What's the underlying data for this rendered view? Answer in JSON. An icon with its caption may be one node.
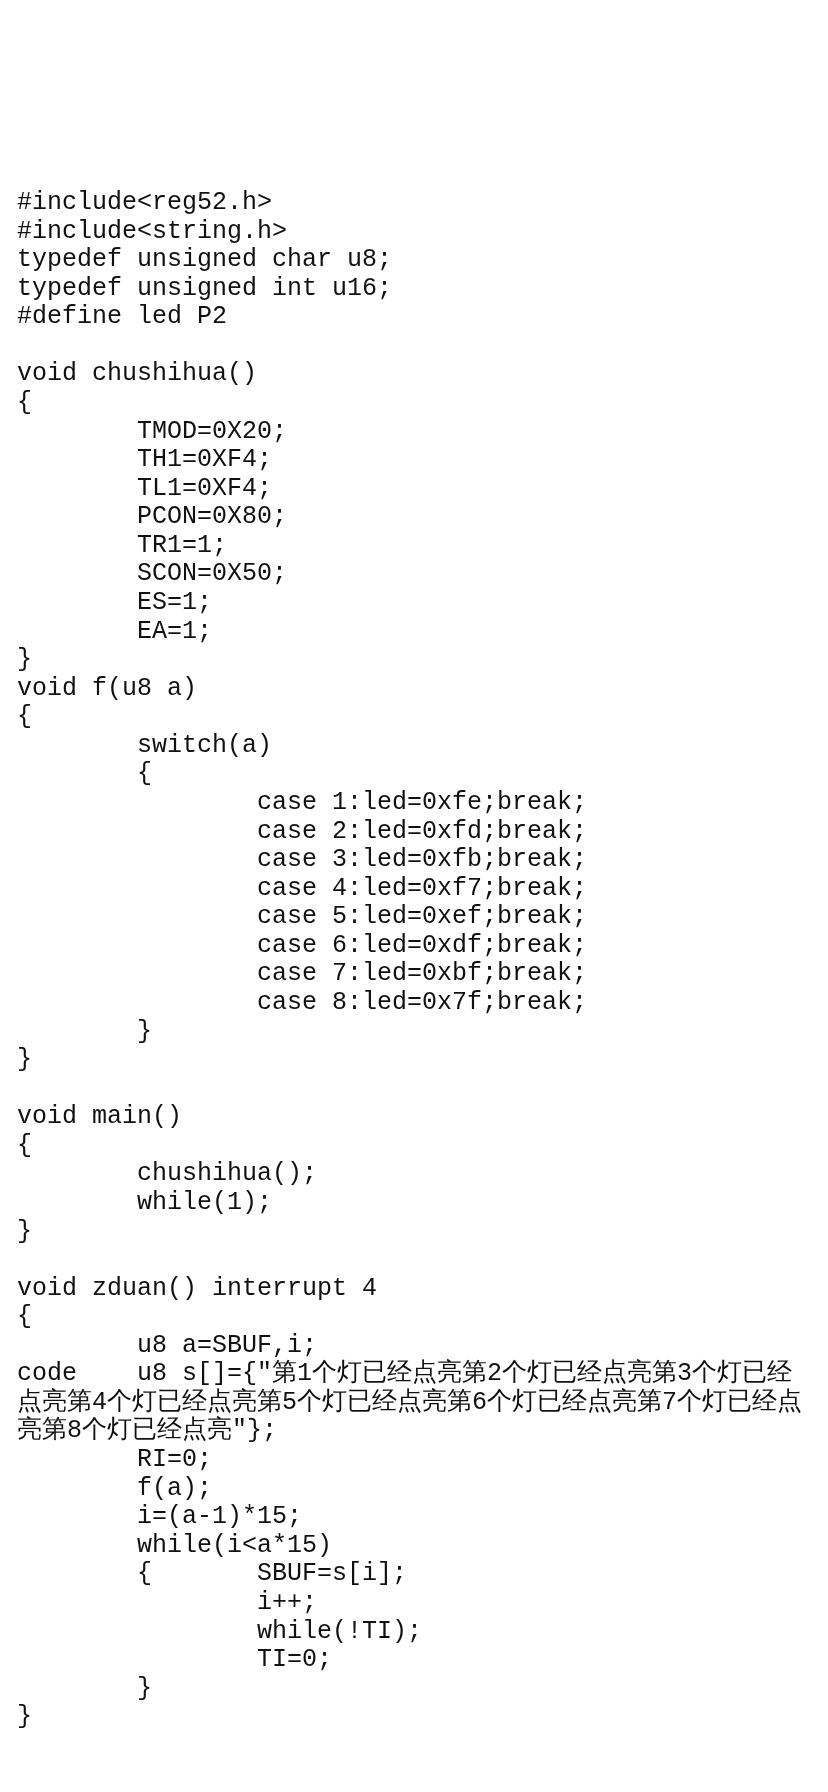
{
  "diagram": {
    "labels": [
      "#include<reg52.h>",
      "#include<string.h>",
      "typedef unsigned char u8;",
      "typedef unsigned int u16;",
      "#define led P2",
      "void chushihua()",
      "{",
      "TMOD=0X20;",
      "TH1=0XF4;",
      "TL1=0XF4;",
      "PCON=0X80;",
      "TR1=1;",
      "SCON=0X50;",
      "ES=1;",
      "EA=1;",
      "}",
      "void f(u8 a)",
      "{",
      "switch(a)",
      "{",
      "case 1:led=0xfe;break;",
      "case 2:led=0xfd;break;",
      "case 3:led=0xfb;break;",
      "case 4:led=0xf7;break;",
      "case 5:led=0xef;break;",
      "case 6:led=0xdf;break;",
      "case 7:led=0xbf;break;",
      "case 8:led=0x7f;break;",
      "}",
      "}",
      "void main()",
      "{",
      "chushihua();",
      "while(1);",
      "}",
      "void zduan() interrupt 4",
      "{",
      "u8 a=SBUF,i;",
      "code\tu8 s[]={\"第1个灯已经点亮第2个灯已经点亮第3个灯已经点亮第4个灯已经点亮第5个灯已经点亮第6个灯已经点亮第7个灯已经点亮第8个灯已经点亮\"};",
      "RI=0;",
      "f(a);",
      "i=(a-1)*15;",
      "while(i<a*15)",
      "{",
      "SBUF=s[i];",
      "i++;",
      "while(!TI);",
      "TI=0;",
      "}",
      "}"
    ]
  }
}
